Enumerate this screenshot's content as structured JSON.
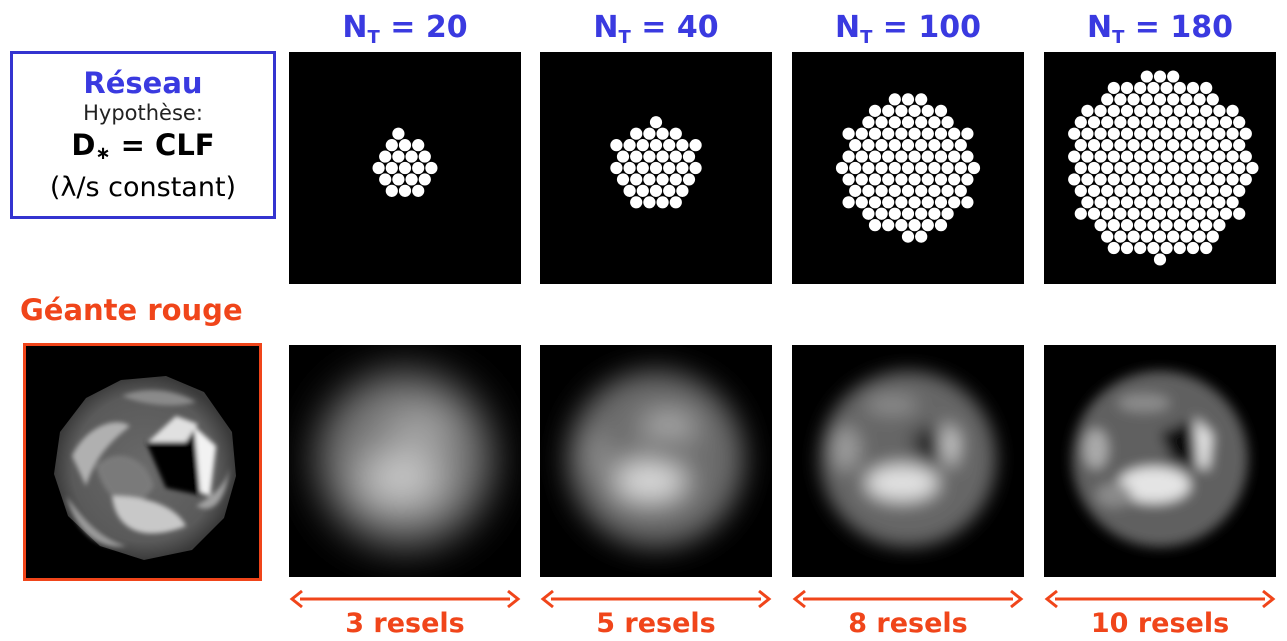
{
  "info_box": {
    "title": "Réseau",
    "line2": "Hypothèse:",
    "line3_main": "D",
    "line3_sub": "∗",
    "line3_rest": " = CLF",
    "line4": "(λ/s constant)"
  },
  "giant": {
    "label": "Géante rouge"
  },
  "columns": [
    {
      "nt_label": "N",
      "nt_sub": "T",
      "nt_rest": " = 20",
      "count": 20,
      "resels": "3 resels"
    },
    {
      "nt_label": "N",
      "nt_sub": "T",
      "nt_rest": " = 40",
      "count": 40,
      "resels": "5 resels"
    },
    {
      "nt_label": "N",
      "nt_sub": "T",
      "nt_rest": " = 100",
      "count": 100,
      "resels": "8 resels"
    },
    {
      "nt_label": "N",
      "nt_sub": "T",
      "nt_rest": " = 180",
      "count": 180,
      "resels": "10 resels"
    }
  ],
  "colors": {
    "blue": "#3a3ae0",
    "orange": "#f0451a"
  }
}
